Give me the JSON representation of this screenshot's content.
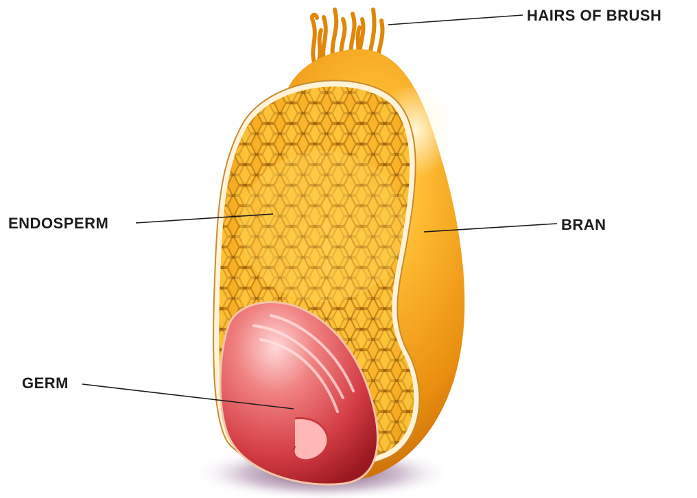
{
  "labels": {
    "hairs": "HAIRS OF BRUSH",
    "endosperm": "ENDOSPERM",
    "bran": "BRAN",
    "germ": "GERM"
  },
  "colors": {
    "bran_outer": "#e8930f",
    "bran_light": "#ffd257",
    "endosperm_fill": "#f6b32a",
    "endosperm_cells": "#a86a10",
    "germ_light": "#f6a0a0",
    "germ_dark": "#b8242c",
    "shadow": "#5a2a5a"
  }
}
